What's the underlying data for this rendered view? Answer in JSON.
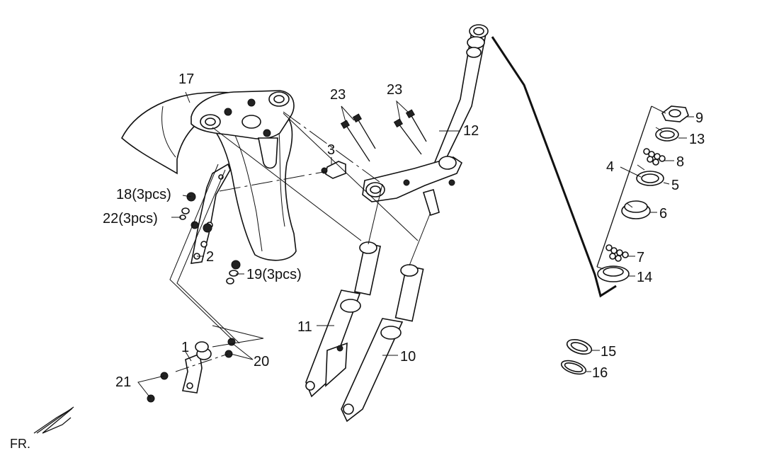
{
  "diagram": {
    "labels": {
      "p1": "1",
      "p2": "2",
      "p3": "3",
      "p4": "4",
      "p5": "5",
      "p6": "6",
      "p7": "7",
      "p8": "8",
      "p9": "9",
      "p10": "10",
      "p11": "11",
      "p12": "12",
      "p13": "13",
      "p14": "14",
      "p15": "15",
      "p16": "16",
      "p17": "17",
      "p18": "18(3pcs)",
      "p19": "19(3pcs)",
      "p20": "20",
      "p21": "21",
      "p22": "22(3pcs)",
      "p23a": "23",
      "p23b": "23"
    },
    "direction_label": "FR."
  }
}
